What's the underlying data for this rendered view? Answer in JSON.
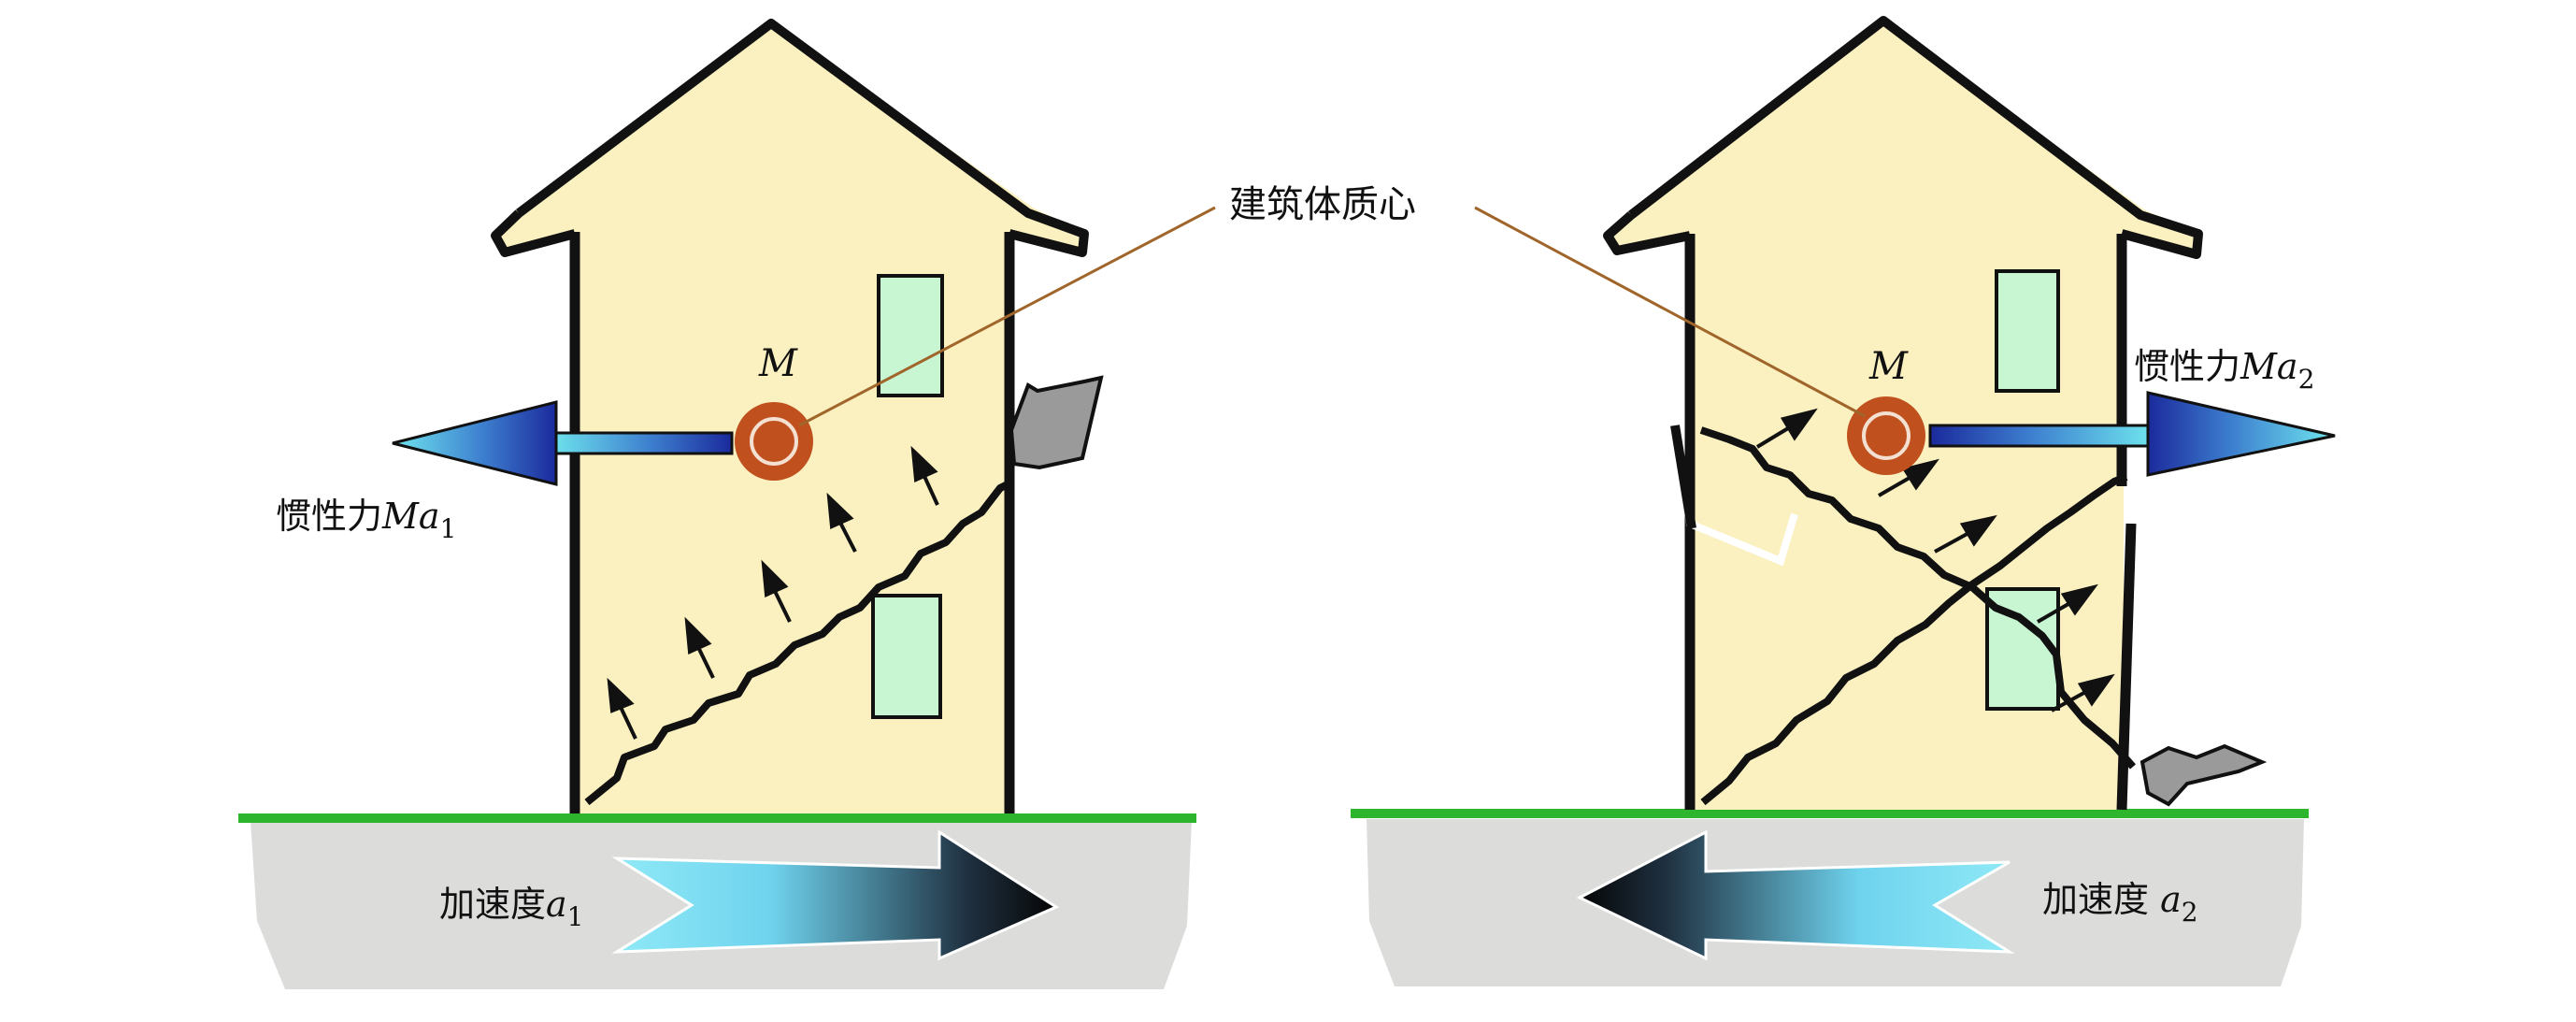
{
  "title_label": "建筑体质心",
  "left_panel": {
    "mass_label": "M",
    "inertia_label_prefix": "惯性力",
    "inertia_label_var": "Ma",
    "inertia_label_sub": "1",
    "accel_label_prefix": "加速度",
    "accel_label_var": "a",
    "accel_label_sub": "1"
  },
  "right_panel": {
    "mass_label": "M",
    "inertia_label_prefix": "惯性力",
    "inertia_label_var": "Ma",
    "inertia_label_sub": "2",
    "accel_label_prefix": "加速度 ",
    "accel_label_var": "a",
    "accel_label_sub": "2"
  },
  "colors": {
    "house_fill": "#faf0c0",
    "window_fill": "#c8f5d2",
    "ground_line": "#2db52d",
    "ground_fill": "#dcdddb",
    "mass_center": "#c0501e",
    "leader_line": "#a0652a",
    "inertia_arrow_dark": "#2233aa",
    "inertia_arrow_light": "#5fd8e8"
  }
}
